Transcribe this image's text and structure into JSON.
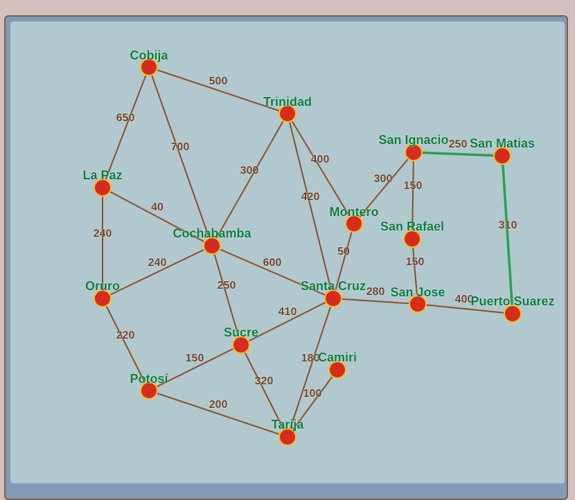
{
  "colors": {
    "edge": "#8b4f24",
    "highlight_edge": "#2aa04a",
    "node_fill": "#d62b1f",
    "node_stroke": "#f2c21b",
    "city_text": "#0b7a3e",
    "weight_text": "#6b4226"
  },
  "cities": [
    {
      "id": "cobija",
      "name": "Cobija"
    },
    {
      "id": "trinidad",
      "name": "Trinidad"
    },
    {
      "id": "la-paz",
      "name": "La Paz"
    },
    {
      "id": "cochabamba",
      "name": "Cochabamba"
    },
    {
      "id": "oruro",
      "name": "Oruro"
    },
    {
      "id": "sucre",
      "name": "Sucre"
    },
    {
      "id": "potosi",
      "name": "Potosí"
    },
    {
      "id": "tarija",
      "name": "Tarija"
    },
    {
      "id": "santa-cruz",
      "name": "Santa Cruz"
    },
    {
      "id": "montero",
      "name": "Montero"
    },
    {
      "id": "camiri",
      "name": "Camiri"
    },
    {
      "id": "san-ignacio",
      "name": "San Ignacio"
    },
    {
      "id": "san-matias",
      "name": "San Matias"
    },
    {
      "id": "san-rafael",
      "name": "San Rafael"
    },
    {
      "id": "san-jose",
      "name": "San Jose"
    },
    {
      "id": "puerto-suarez",
      "name": "Puerto Suarez"
    }
  ],
  "roads": [
    {
      "from": "cobija",
      "to": "trinidad",
      "weight": "500",
      "highlighted": false
    },
    {
      "from": "cobija",
      "to": "la-paz",
      "weight": "650",
      "highlighted": false
    },
    {
      "from": "cobija",
      "to": "cochabamba",
      "weight": "700",
      "highlighted": false
    },
    {
      "from": "trinidad",
      "to": "cochabamba",
      "weight": "300",
      "highlighted": false
    },
    {
      "from": "trinidad",
      "to": "santa-cruz",
      "weight": "420",
      "highlighted": false
    },
    {
      "from": "trinidad",
      "to": "montero",
      "weight": "400",
      "highlighted": false
    },
    {
      "from": "la-paz",
      "to": "cochabamba",
      "weight": "40",
      "highlighted": false
    },
    {
      "from": "la-paz",
      "to": "oruro",
      "weight": "240",
      "highlighted": false
    },
    {
      "from": "cochabamba",
      "to": "oruro",
      "weight": "240",
      "highlighted": false
    },
    {
      "from": "cochabamba",
      "to": "santa-cruz",
      "weight": "600",
      "highlighted": false
    },
    {
      "from": "cochabamba",
      "to": "sucre",
      "weight": "250",
      "highlighted": false
    },
    {
      "from": "oruro",
      "to": "potosi",
      "weight": "220",
      "highlighted": false
    },
    {
      "from": "sucre",
      "to": "santa-cruz",
      "weight": "410",
      "highlighted": false
    },
    {
      "from": "sucre",
      "to": "potosi",
      "weight": "150",
      "highlighted": false
    },
    {
      "from": "sucre",
      "to": "tarija",
      "weight": "320",
      "highlighted": false
    },
    {
      "from": "potosi",
      "to": "tarija",
      "weight": "200",
      "highlighted": false
    },
    {
      "from": "santa-cruz",
      "to": "tarija",
      "weight": "180",
      "highlighted": false
    },
    {
      "from": "camiri",
      "to": "tarija",
      "weight": "100",
      "highlighted": false
    },
    {
      "from": "montero",
      "to": "santa-cruz",
      "weight": "50",
      "highlighted": false
    },
    {
      "from": "montero",
      "to": "san-ignacio",
      "weight": "300",
      "highlighted": false
    },
    {
      "from": "san-ignacio",
      "to": "san-rafael",
      "weight": "150",
      "highlighted": false
    },
    {
      "from": "san-rafael",
      "to": "san-jose",
      "weight": "150",
      "highlighted": false
    },
    {
      "from": "santa-cruz",
      "to": "san-jose",
      "weight": "280",
      "highlighted": false
    },
    {
      "from": "san-jose",
      "to": "puerto-suarez",
      "weight": "400",
      "highlighted": false
    },
    {
      "from": "san-ignacio",
      "to": "san-matias",
      "weight": "250",
      "highlighted": true
    },
    {
      "from": "san-matias",
      "to": "puerto-suarez",
      "weight": "310",
      "highlighted": true
    }
  ]
}
